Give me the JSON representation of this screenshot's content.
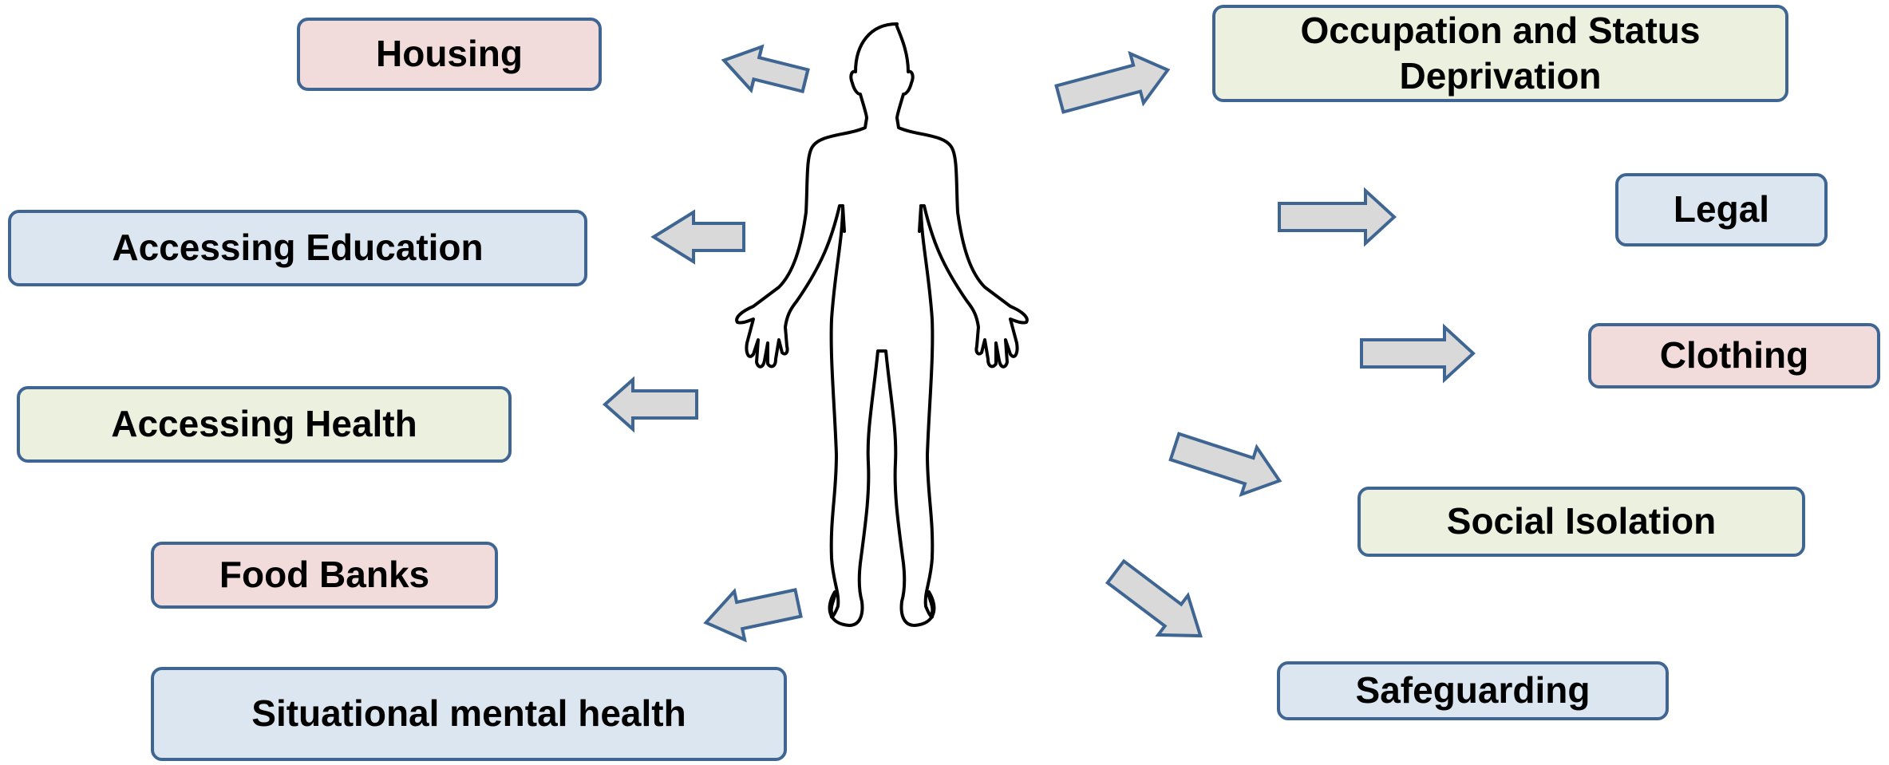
{
  "categories": {
    "housing": "Housing",
    "accessing_education": "Accessing Education",
    "accessing_health": "Accessing Health",
    "food_banks": "Food Banks",
    "situational_mental_health": "Situational mental health",
    "occupation_line1": "Occupation and Status",
    "occupation_line2": "Deprivation",
    "legal": "Legal",
    "clothing": "Clothing",
    "social_isolation": "Social Isolation",
    "safeguarding": "Safeguarding"
  },
  "colors": {
    "pink_fill": "#f2dcdb",
    "blue_fill": "#dce6f1",
    "green_fill": "#ebf1de",
    "box_border": "#3f6692",
    "arrow_fill": "#d9d9d9",
    "arrow_stroke": "#3f6692",
    "figure_stroke": "#000000"
  },
  "icons": {
    "center": "human-outline-icon",
    "connector": "block-arrow-icon"
  }
}
